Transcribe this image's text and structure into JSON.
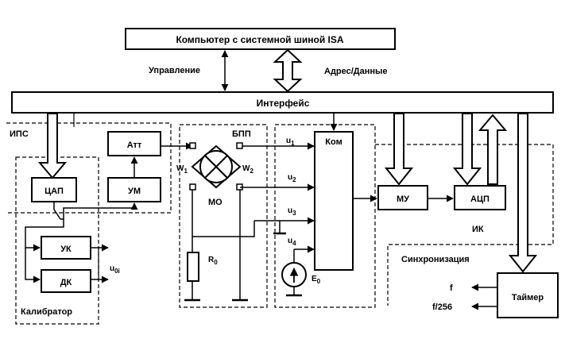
{
  "blocks": {
    "computer": "Компьютер с системной шиной  ISA",
    "interface": "Интерфейс",
    "dac": "ЦАП",
    "att": "Атт",
    "amp": "УМ",
    "uk": "УК",
    "dk": "ДК",
    "kom": "Ком",
    "mu": "МУ",
    "adc": "АЦП",
    "timer": "Таймер"
  },
  "labels": {
    "control": "Управление",
    "addr_data": "Адрес/Данные",
    "ips": "ИПС",
    "bpp": "БПП",
    "mo": "МО",
    "w1": "W",
    "w1_sub": "1",
    "w2": "W",
    "w2_sub": "2",
    "u1": "u",
    "u1_sub": "1",
    "u2": "u",
    "u2_sub": "2",
    "u3": "u",
    "u3_sub": "3",
    "u4": "u",
    "u4_sub": "4",
    "r0": "R",
    "r0_sub": "0",
    "e0": "E",
    "e0_sub": "0",
    "u0i": "u",
    "u0i_sub": "0i",
    "ik": "ИК",
    "sync": "Синхронизация",
    "calibrator": "Калибратор",
    "f": "f",
    "f256": "f/256"
  }
}
